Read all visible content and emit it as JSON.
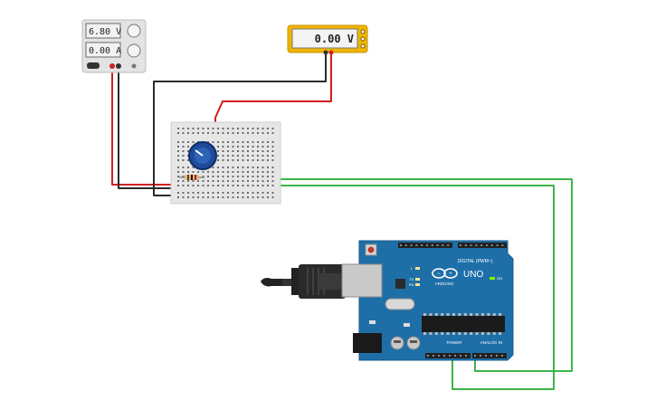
{
  "power_supply": {
    "voltage": "6.80 V",
    "current": "0.00 A"
  },
  "multimeter": {
    "reading": "0.00 V"
  },
  "arduino": {
    "model": "UNO",
    "brand": "ARDUINO",
    "digital_label": "DIGITAL (PWM~)",
    "power_label": "POWER",
    "analog_label": "ANALOG IN",
    "on_label": "ON",
    "l_label": "L",
    "tx_label": "TX",
    "rx_label": "RX"
  },
  "colors": {
    "wire_red": "#d11f1f",
    "wire_black": "#2a2a2a",
    "wire_green": "#3cb54a",
    "board_blue": "#1e6fa8",
    "multimeter_yellow": "#f0b400",
    "breadboard": "#e6e6e6"
  }
}
